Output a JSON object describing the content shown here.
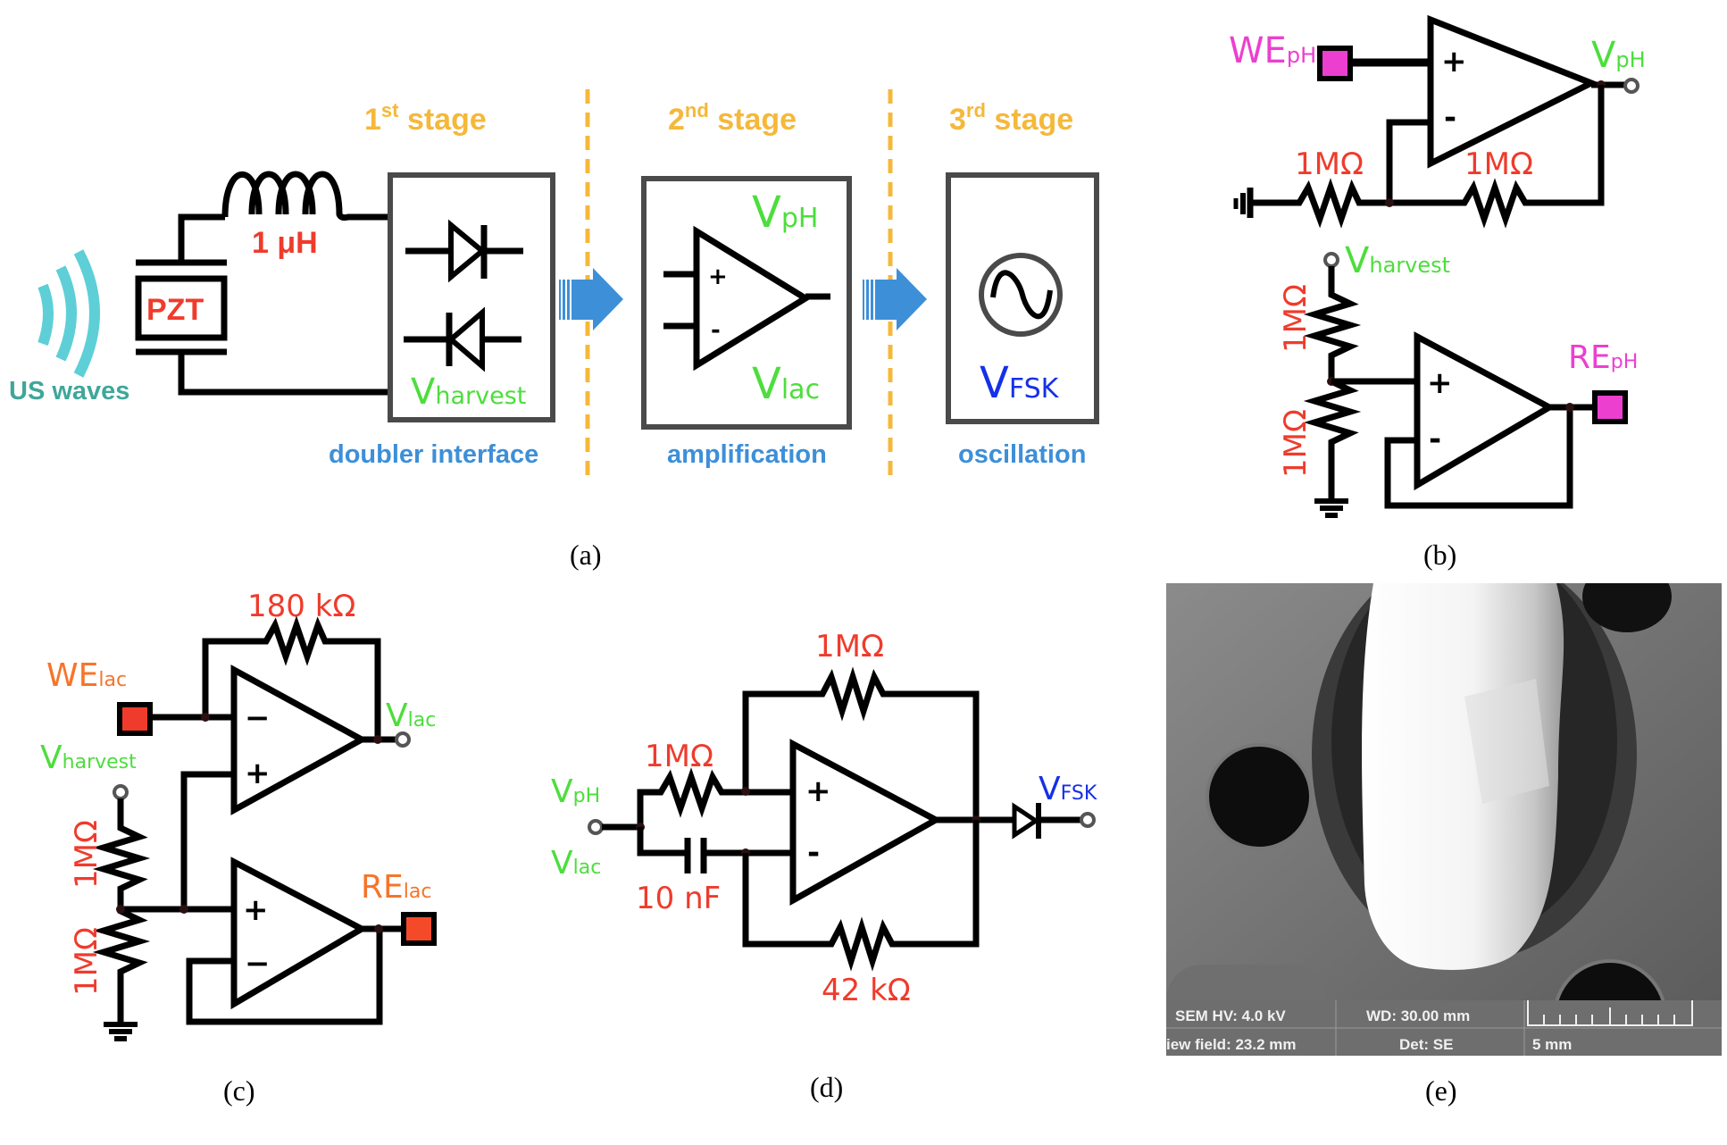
{
  "panels": {
    "a": {
      "caption": "(a)",
      "stages": [
        {
          "num": "1",
          "sup": "st",
          "word": "stage",
          "block_label": "doubler interface",
          "block_value_main": "V",
          "block_value_sub": "harvest"
        },
        {
          "num": "2",
          "sup": "nd",
          "word": "stage",
          "block_label": "amplification",
          "top_main": "V",
          "top_sub": "pH",
          "bottom_main": "V",
          "bottom_sub": "lac"
        },
        {
          "num": "3",
          "sup": "rd",
          "word": "stage",
          "block_label": "oscillation",
          "block_value_main": "V",
          "block_value_sub": "FSK"
        }
      ],
      "source_label": "US waves",
      "transducer_label": "PZT",
      "inductor_value": "1 μH",
      "opamp_plus": "+",
      "opamp_minus": "-"
    },
    "b": {
      "caption": "(b)",
      "we": {
        "main": "WE",
        "sub": "pH"
      },
      "out": {
        "main": "V",
        "sub": "pH"
      },
      "r_ground": "1MΩ",
      "r_feedback": "1MΩ",
      "vin": {
        "main": "V",
        "sub": "harvest"
      },
      "r_top": "1MΩ",
      "r_bottom": "1MΩ",
      "re": {
        "main": "RE",
        "sub": "pH"
      },
      "plus": "+",
      "minus": "-"
    },
    "c": {
      "caption": "(c)",
      "r_feedback": "180 kΩ",
      "we": {
        "main": "WE",
        "sub": "lac"
      },
      "out": {
        "main": "V",
        "sub": "lac"
      },
      "vin": {
        "main": "V",
        "sub": "harvest"
      },
      "r_top": "1MΩ",
      "r_bottom": "1MΩ",
      "re": {
        "main": "RE",
        "sub": "lac"
      },
      "plus": "+",
      "minus": "−"
    },
    "d": {
      "caption": "(d)",
      "r_top": "1MΩ",
      "r_in": "1MΩ",
      "cap": "10 nF",
      "r_bottom": "42 kΩ",
      "in_top": {
        "main": "V",
        "sub": "pH"
      },
      "in_bottom": {
        "main": "V",
        "sub": "lac"
      },
      "out": {
        "main": "V",
        "sub": "FSK"
      },
      "plus": "+",
      "minus": "-"
    },
    "e": {
      "caption": "(e)",
      "sem": {
        "hv": "SEM HV: 4.0 kV",
        "wd": "WD: 30.00 mm",
        "view_field": "iew field: 23.2 mm",
        "det": "Det: SE",
        "scale": "5 mm"
      }
    }
  },
  "colors": {
    "stage": "#f5b83a",
    "block_label": "#3d8fd8",
    "resistor_value": "#ef3b2c",
    "voltage": "#4cde3c",
    "fsk": "#1530e8",
    "ph_electrode": "#ec3fd0",
    "lac_electrode": "#f7742a",
    "wave": "#5ecfd6"
  }
}
